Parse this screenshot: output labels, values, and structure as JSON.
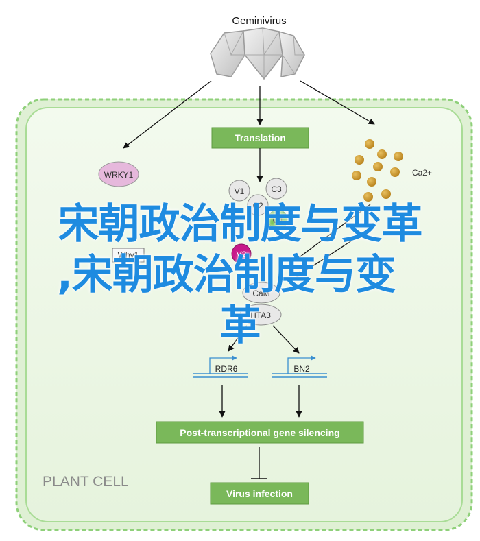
{
  "virus_title": "Geminivirus",
  "plant_cell_label": "PLANT CELL",
  "boxes": {
    "translation": "Translation",
    "ptgs": "Post-transcriptional gene silencing",
    "virus_infection": "Virus infection"
  },
  "proteins": {
    "wrky1": "WRKY1",
    "whyl": "Why1",
    "v1": "V1",
    "c3": "C3",
    "c2": "C2",
    "c4": "C4",
    "v2": "V2",
    "cam": "CaM",
    "hta3": "HTA3"
  },
  "ion_label": "Ca2+",
  "genes": {
    "rdr6": "RDR6",
    "bn2": "BN2"
  },
  "overlay_text": {
    "line1": "宋朝政治制度与变革",
    "line2": ",宋朝政治制度与变",
    "line3": "革"
  },
  "colors": {
    "cell_fill": "#edf7e6",
    "cell_border": "#8fd07a",
    "box_fill": "#7ab85a",
    "protein_fill": "#e8e8e8",
    "wrky1_fill": "#e6b8dc",
    "v2_fill": "#c7188a",
    "c4_fill": "#6fbf4a",
    "ion_fill": "#c9952a",
    "overlay_text": "#1e8be0"
  }
}
